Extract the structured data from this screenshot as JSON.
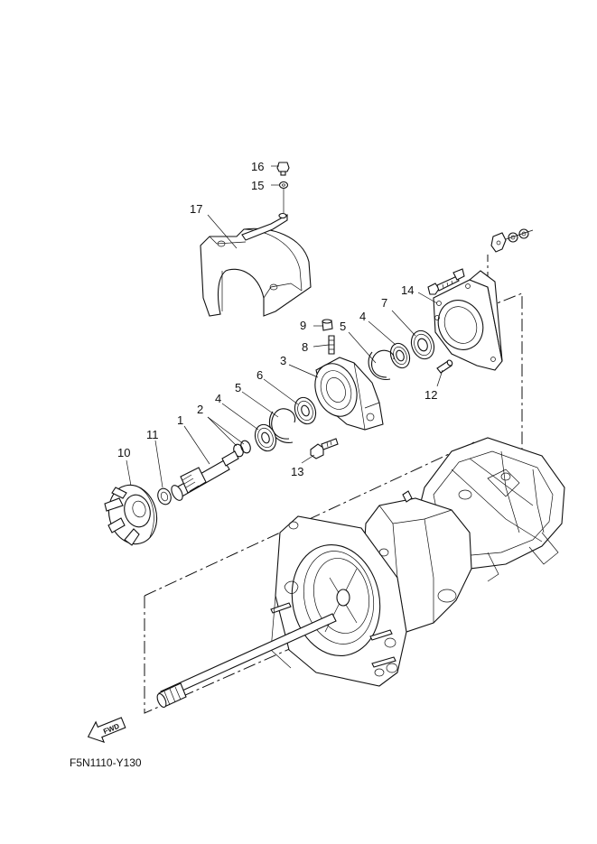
{
  "diagram": {
    "part_callouts": [
      "1",
      "2",
      "3",
      "4",
      "4",
      "5",
      "5",
      "6",
      "7",
      "8",
      "9",
      "10",
      "11",
      "12",
      "13",
      "14",
      "15",
      "16",
      "17"
    ],
    "direction_badge": "FWD",
    "drawing_code": "F5N1110-Y130"
  }
}
